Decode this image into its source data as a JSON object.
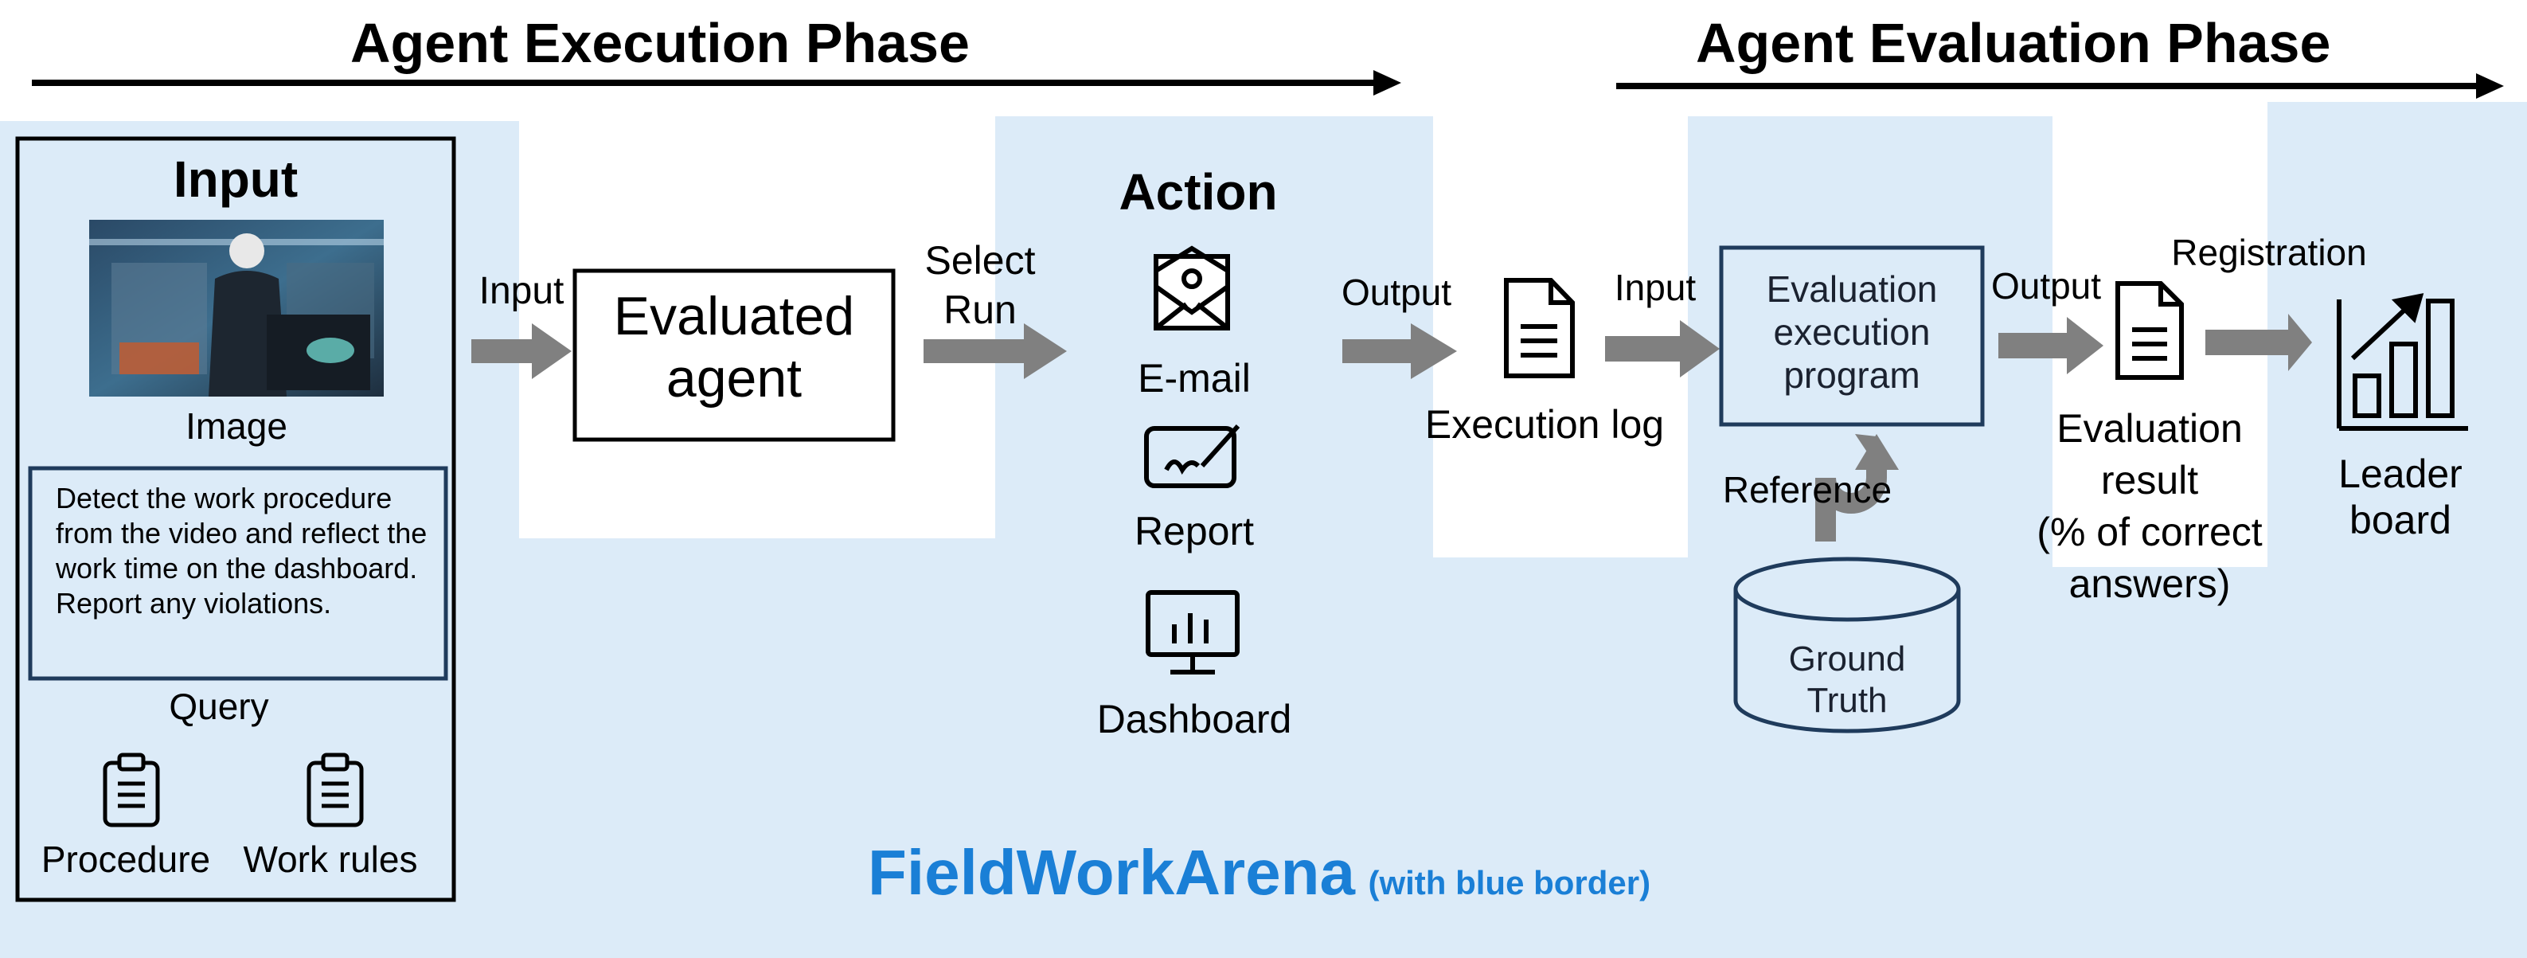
{
  "phases": {
    "execution": "Agent Execution Phase",
    "evaluation": "Agent Evaluation Phase"
  },
  "input_panel": {
    "title": "Input",
    "image_label": "Image",
    "query_text": "Detect the work procedure from the video and reflect the work time on the dashboard. Report any violations.",
    "query_label": "Query",
    "procedure_label": "Procedure",
    "work_rules_label": "Work rules"
  },
  "flow": {
    "input_label_1": "Input",
    "agent_line1": "Evaluated",
    "agent_line2": "agent",
    "select_run_line1": "Select",
    "select_run_line2": "Run",
    "action_title": "Action",
    "email_label": "E-mail",
    "report_label": "Report",
    "dashboard_label": "Dashboard",
    "output_label_1": "Output",
    "execution_log_label": "Execution log",
    "input_label_2": "Input",
    "eval_program_line1": "Evaluation",
    "eval_program_line2": "execution",
    "eval_program_line3": "program",
    "reference_label": "Reference",
    "ground_truth_line1": "Ground",
    "ground_truth_line2": "Truth",
    "output_label_2": "Output",
    "registration_label": "Registration",
    "eval_result_line1": "Evaluation",
    "eval_result_line2": "result",
    "eval_result_line3": "(% of correct",
    "eval_result_line4": "answers)",
    "leaderboard_line1": "Leader",
    "leaderboard_line2": "board"
  },
  "footer": {
    "brand": "FieldWorkArena",
    "note": "(with blue border)"
  },
  "colors": {
    "light_blue": "#dcebf8",
    "brand_blue": "#1a7fd6",
    "box_border_navy": "#1f3b5c",
    "arrow_gray": "#808080"
  }
}
